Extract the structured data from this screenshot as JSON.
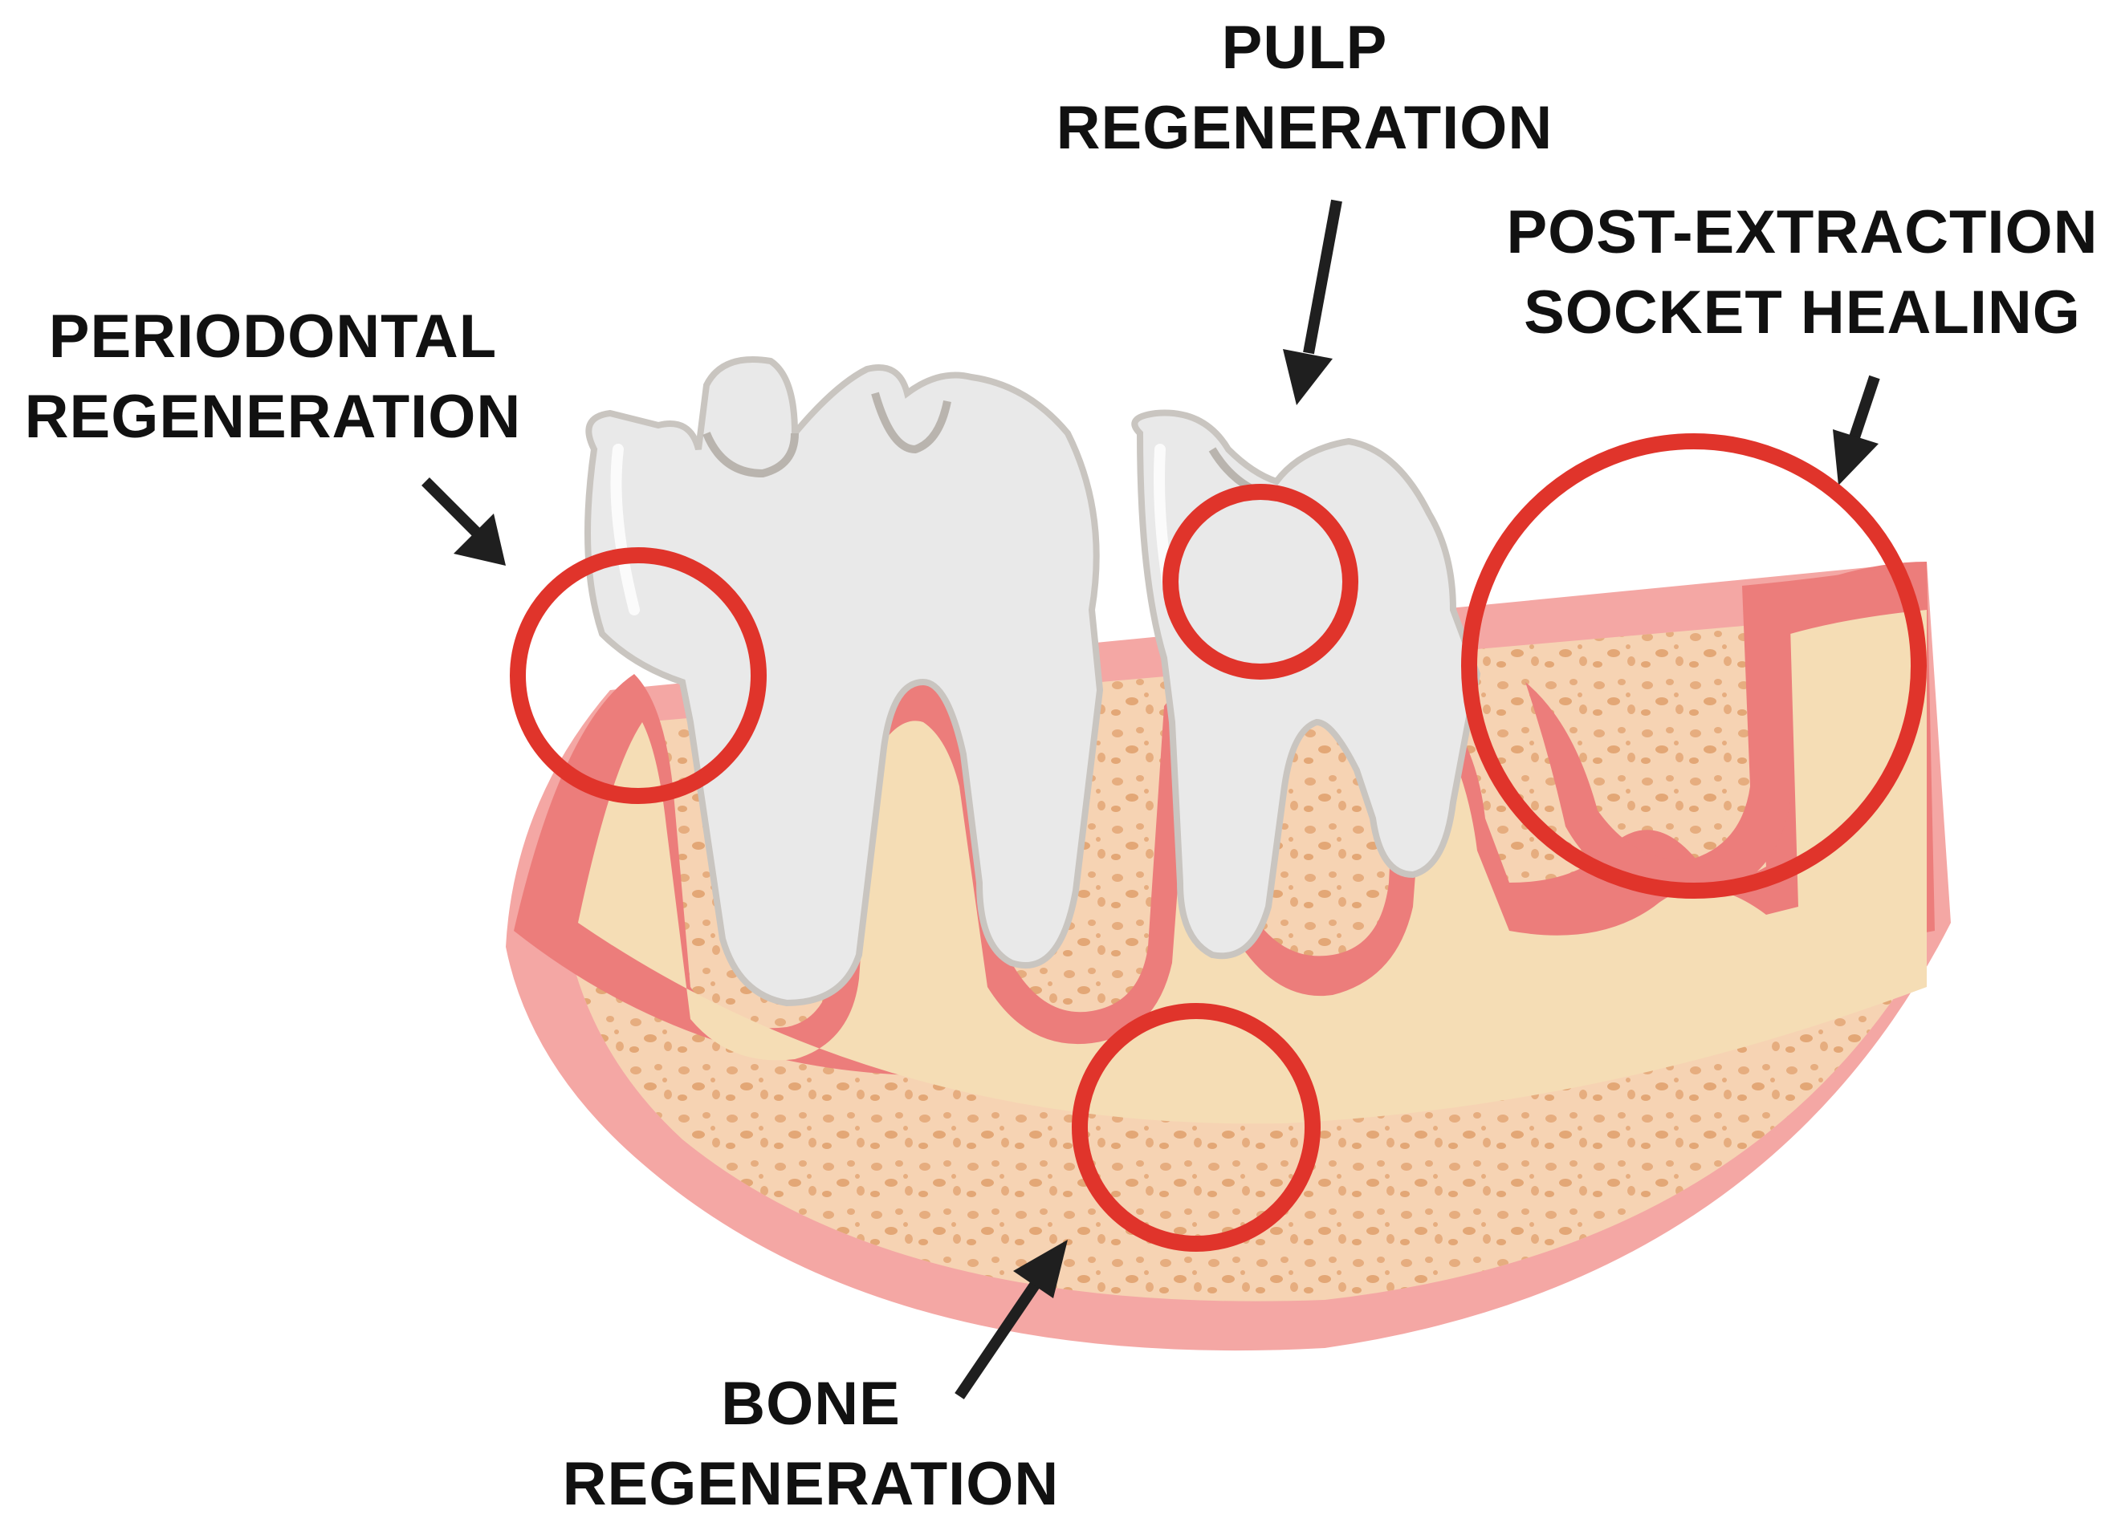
{
  "labels": {
    "periodontal": {
      "line1": "PERIODONTAL",
      "line2": "REGENERATION"
    },
    "pulp": {
      "line1": "PULP",
      "line2": "REGENERATION"
    },
    "socket": {
      "line1": "POST-EXTRACTION",
      "line2": "SOCKET HEALING"
    },
    "bone": {
      "line1": "BONE",
      "line2": "REGENERATION"
    }
  },
  "colors": {
    "highlight_circle": "#e0342b",
    "arrow": "#1f1f1f",
    "gum": "#f4a7a4",
    "gum_dark": "#ec7d7b",
    "bone": "#f6d3b3",
    "bone_dark": "#e9b287",
    "alveolar": "#f5ddb5",
    "tooth": "#e9e9e9",
    "tooth_shadow": "#c9c5c0"
  }
}
